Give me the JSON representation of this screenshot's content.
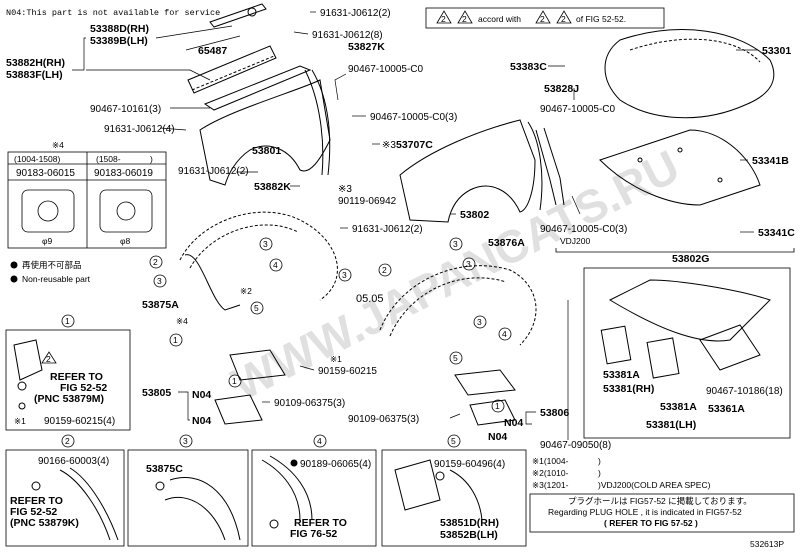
{
  "header": {
    "note": "N04:This part is not available for service",
    "accord_prefix": "accord with",
    "accord_suffix": "of FIG 52-52.",
    "accord_symbol": "2"
  },
  "parts": {
    "p53388d": "53388D(RH)",
    "p53389b": "53389B(LH)",
    "p65487": "65487",
    "p53882h": "53882H(RH)",
    "p53883f": "53883F(LH)",
    "p9046710161": "90467-10161(3)",
    "p9163106124": "91631-J0612(4)",
    "p91631a": "91631-J0612(2)",
    "p91631b": "91631-J0612(8)",
    "p53827k": "53827K",
    "p90467a": "90467-10005-C0",
    "p90467b": "90467-10005-C0(3)",
    "p53707c": "53707C",
    "p90119": "90119-06942",
    "p53801": "53801",
    "p91631c": "91631-J0612(2)",
    "p53882k": "53882K",
    "p53802": "53802",
    "p91631d": "91631-J0612(2)",
    "p53383c": "53383C",
    "p53828j": "53828J",
    "p90467c": "90467-10005-C0",
    "p90467d": "90467-10005-C0(3)",
    "p53301": "53301",
    "p53341b": "53341B",
    "p53341c": "53341C",
    "p53876a": "53876A",
    "p53875a": "53875A",
    "p53805": "53805",
    "p90159a": "90159-60215",
    "p90109a": "90109-06375(3)",
    "p90109b": "90109-06375(3)",
    "p53806": "53806",
    "pn04a": "N04",
    "pn04b": "N04",
    "pn04c": "N04",
    "pn04d": "N04",
    "p90467e": "90467-09050(8)",
    "p53802g": "53802G",
    "vdj200": "VDJ200",
    "p53381a_rh": "53381A",
    "p53381_rh": "53381(RH)",
    "p53381a_lh": "53381A",
    "p53381_lh": "53381(LH)",
    "p90467f": "90467-10186(18)",
    "p53361a": "53361A"
  },
  "marks": {
    "x3": "※3",
    "x2": "※2",
    "x4": "※4",
    "x1": "※1",
    "x3b": "※3",
    "x2b": "※2",
    "x4b": "※4",
    "x1b": "※1",
    "c1": "1",
    "c2": "2",
    "c3": "3",
    "c4": "4",
    "c5": "5"
  },
  "bolt_table": {
    "col1": "(1004-1508)",
    "col2": "(1508-",
    "paren": ")",
    "val1": "90183-06015",
    "val2": "90183-06019",
    "dim1": "φ9",
    "dim2": "φ8"
  },
  "legend": {
    "reuse_jp": "再使用不可部品",
    "reuse_en": "Non-reusable part"
  },
  "detail1": {
    "refer": "REFER TO",
    "fig": "FIG 52-52",
    "pnc": "(PNC 53879M)",
    "part": "90159-60215(4)"
  },
  "detail2": {
    "part": "90166-60003(4)",
    "refer": "REFER TO",
    "fig": "FIG 52-52",
    "pnc": "(PNC 53879K)"
  },
  "detail3": {
    "part": "53875C"
  },
  "detail4": {
    "part": "90189-06065(4)",
    "refer": "REFER TO",
    "fig": "FIG 76-52"
  },
  "detail5": {
    "part": "90159-60496(4)",
    "rh": "53851D(RH)",
    "lh": "53852B(LH)"
  },
  "footnotes": {
    "n1": "※1(1004-",
    "n2": "※2(1010-",
    "n3": "※3(1201-",
    "close": ")",
    "n3b": ")VDJ200(COLD AREA SPEC)",
    "jp": "プラグホールは FIG57-52 に掲載しております。",
    "en": "Regarding PLUG HOLE , it is indicated in FIG57-52",
    "ref": "( REFER TO FIG 57-52 )"
  },
  "watermark": "WWW.JAPANCATS.RU",
  "date_stamp": "05.05",
  "fig_number": "532613P"
}
